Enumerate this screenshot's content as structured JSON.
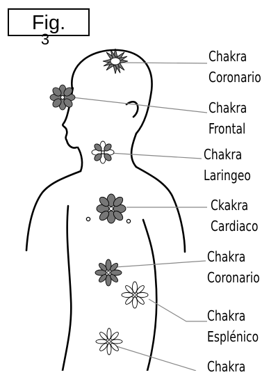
{
  "figure": {
    "prefix": "Fig.",
    "number": "3"
  },
  "labels": [
    {
      "line1": "Chakra",
      "line2": "Coronario"
    },
    {
      "line1": "Chakra",
      "line2": "Frontal"
    },
    {
      "line1": "Chakra",
      "line2": "Laringeo"
    },
    {
      "line1": "Ckakra",
      "line2": "Cardiaco"
    },
    {
      "line1": "Chakra",
      "line2": "Coronario"
    },
    {
      "line1": "Chakra",
      "line2": "Esplénico"
    },
    {
      "line1": "Chakra",
      "line2": ""
    }
  ],
  "colors": {
    "petal_dark": "#777777",
    "petal_light": "#ffffff",
    "line": "#000000",
    "leader": "#888888"
  }
}
